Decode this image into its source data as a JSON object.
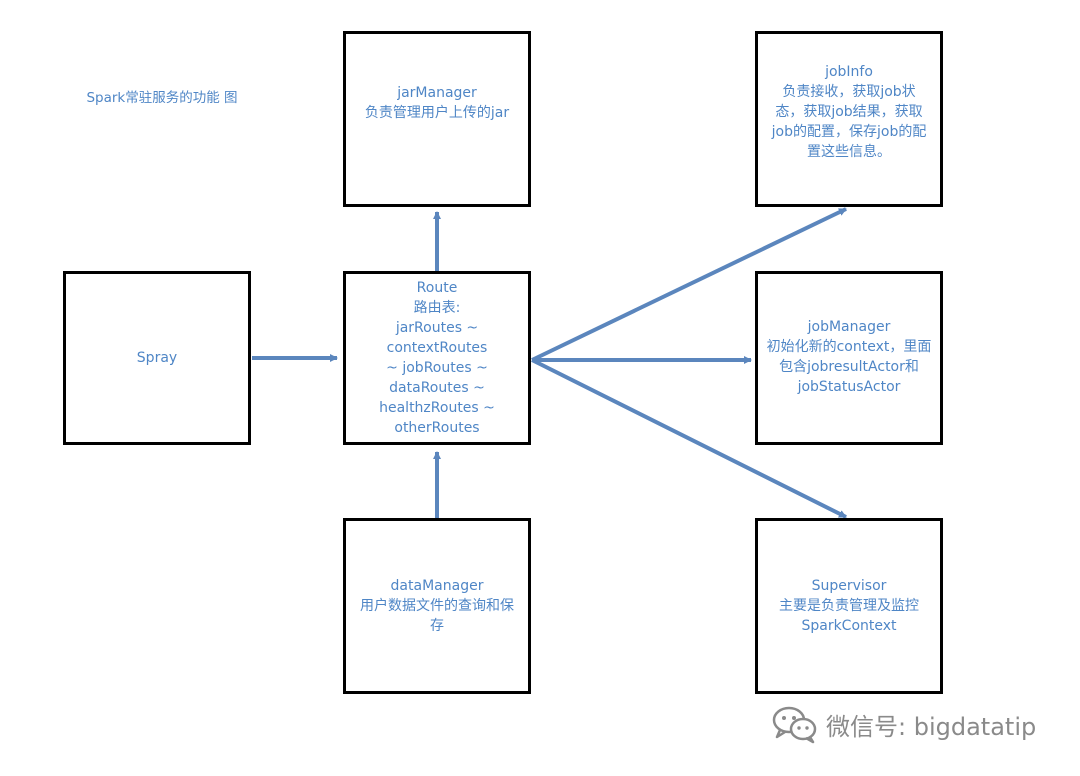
{
  "title": "Spark常驻服务的功能\n图",
  "colors": {
    "arrow": "#5b86bd",
    "text": "#4f86c6",
    "border": "#000000"
  },
  "nodes": {
    "spray": "Spray",
    "route": "Route\n路由表:\njarRoutes ~ contextRoutes\n~ jobRoutes ~\ndataRoutes ~\nhealthzRoutes ~\notherRoutes",
    "jarmanager": "jarManager\n负责管理用户上传的jar",
    "datamanager": "dataManager\n用户数据文件的查询和保\n存",
    "jobinfo": "jobInfo\n负责接收，获取job状\n态，获取job结果，获取\njob的配置，保存job的配\n置这些信息。",
    "jobmanager": "jobManager\n初始化新的context，里面\n包含jobresultActor和\njobStatusActor",
    "supervisor": "Supervisor\n主要是负责管理及监控\nSparkContext"
  },
  "watermark": {
    "icon": "wechat-icon",
    "text": "微信号: bigdatatip"
  }
}
